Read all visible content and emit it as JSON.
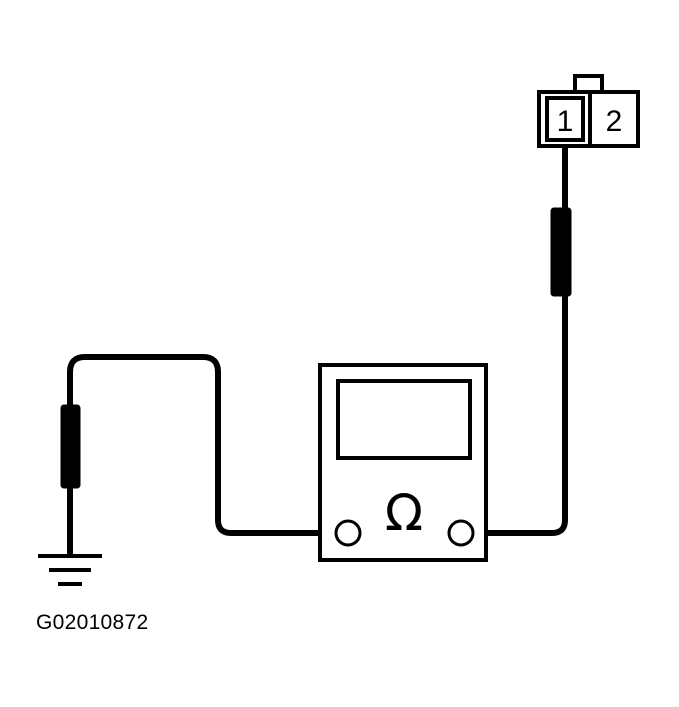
{
  "connector": {
    "pin_1_label": "1",
    "pin_2_label": "2"
  },
  "meter": {
    "symbol": "Ω",
    "symbol_icon": "ohm-icon"
  },
  "ground": {
    "icon": "ground-icon"
  },
  "figure_id": "G02010872",
  "colors": {
    "line": "#000000",
    "background": "#ffffff"
  }
}
